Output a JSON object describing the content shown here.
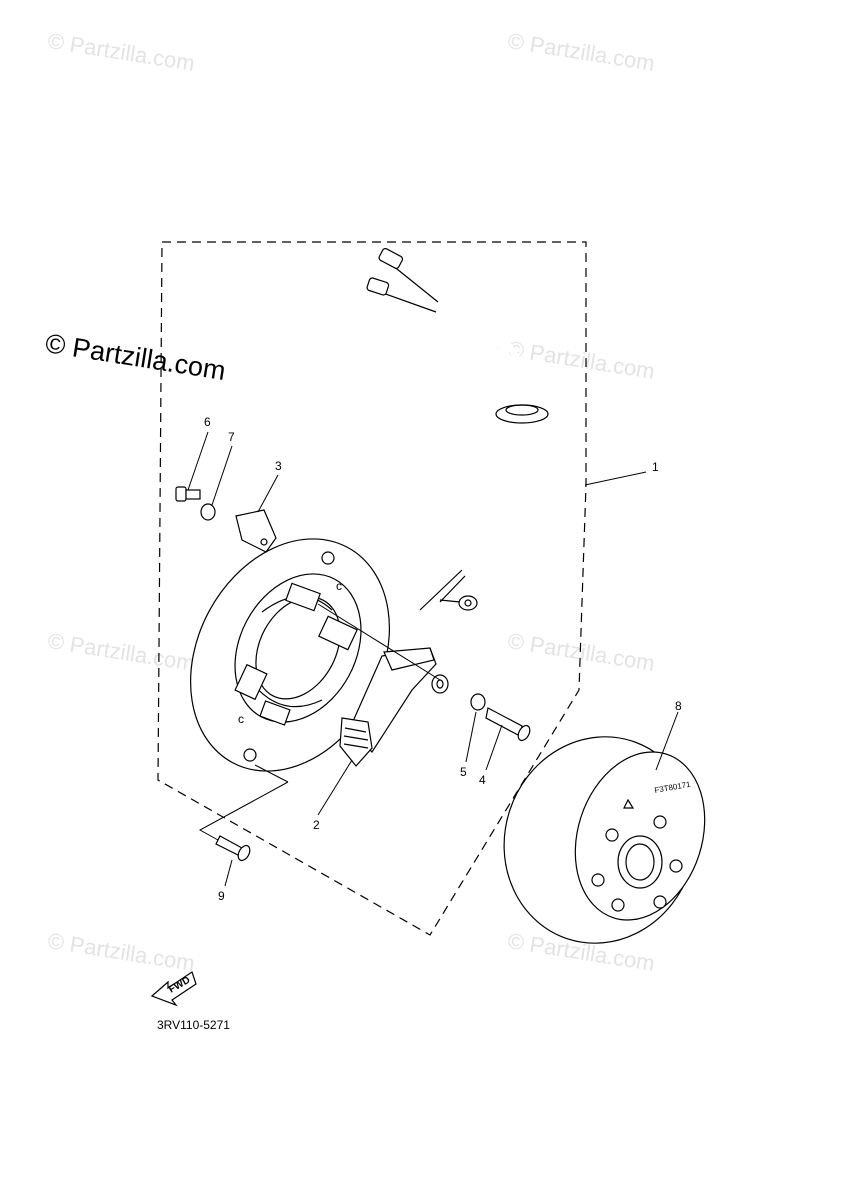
{
  "watermarks": {
    "main": "© Partzilla.com",
    "faint": "© Partzilla.com"
  },
  "callouts": [
    "1",
    "2",
    "3",
    "4",
    "5",
    "6",
    "7",
    "8",
    "9"
  ],
  "fwd_label": "FWD",
  "part_code": "3RV110-5271",
  "flywheel_stamp": "F3T80171",
  "colors": {
    "line": "#000000",
    "watermark": "#e3e3e3",
    "background": "#ffffff"
  }
}
